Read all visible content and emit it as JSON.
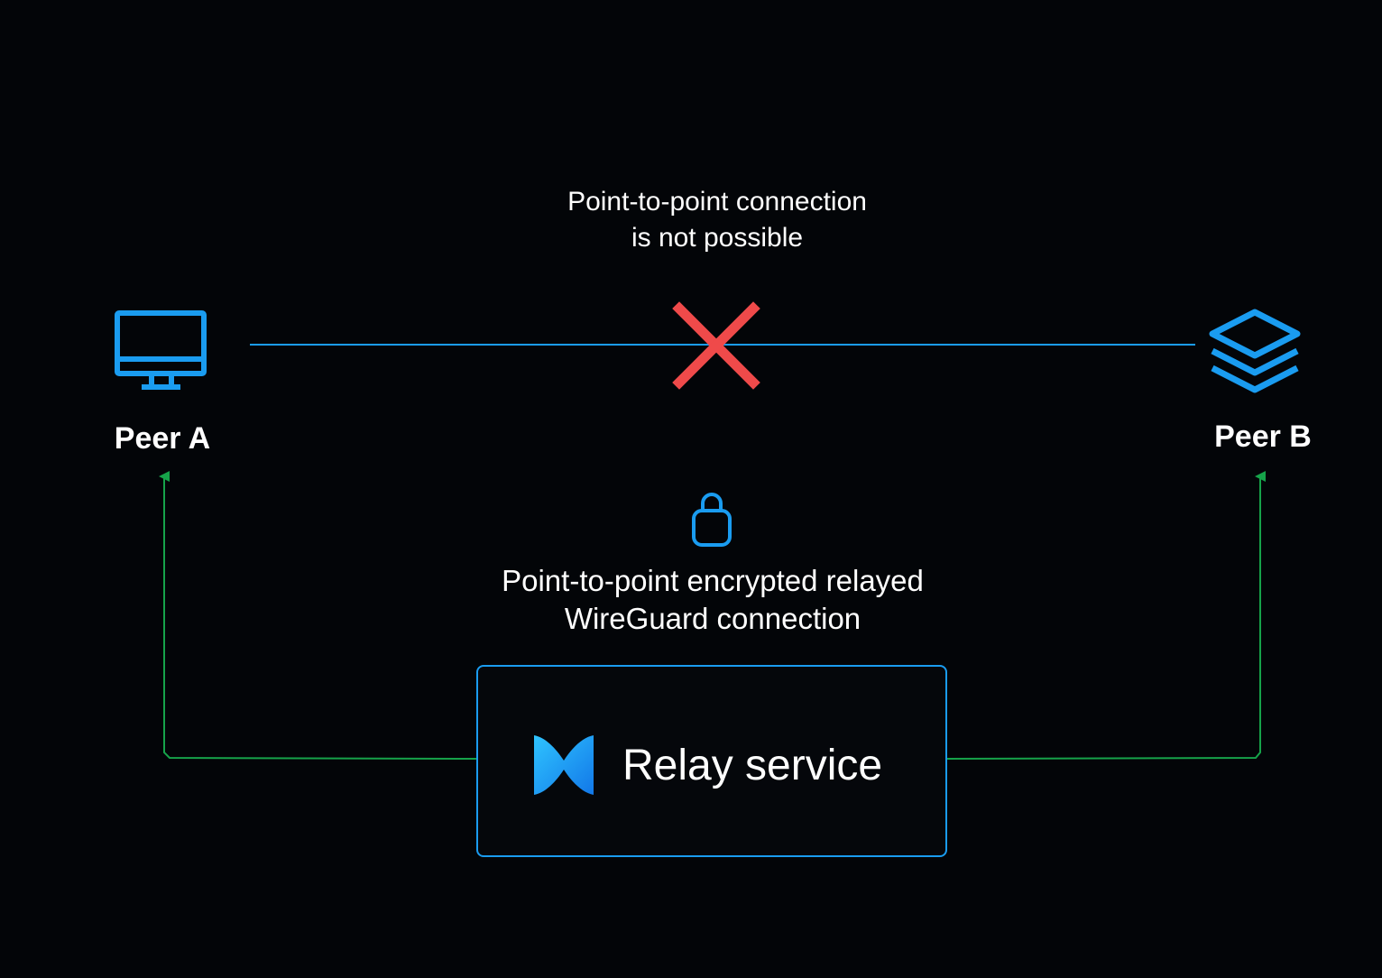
{
  "peers": {
    "a": {
      "label": "Peer A",
      "icon": "monitor-icon"
    },
    "b": {
      "label": "Peer B",
      "icon": "layers-icon"
    }
  },
  "direct_link": {
    "note_line1": "Point-to-point connection",
    "note_line2": "is not possible",
    "status_icon": "cross-icon"
  },
  "relay_link": {
    "icon": "lock-icon",
    "note_line1": "Point-to-point encrypted relayed",
    "note_line2": "WireGuard connection"
  },
  "relay_service": {
    "label": "Relay service",
    "logo": "netbird-logo-icon"
  },
  "colors": {
    "background": "#030508",
    "accent_blue": "#1a9cf0",
    "cross_red": "#ef4a4a",
    "relay_green": "#16a34a",
    "text": "#ffffff"
  }
}
